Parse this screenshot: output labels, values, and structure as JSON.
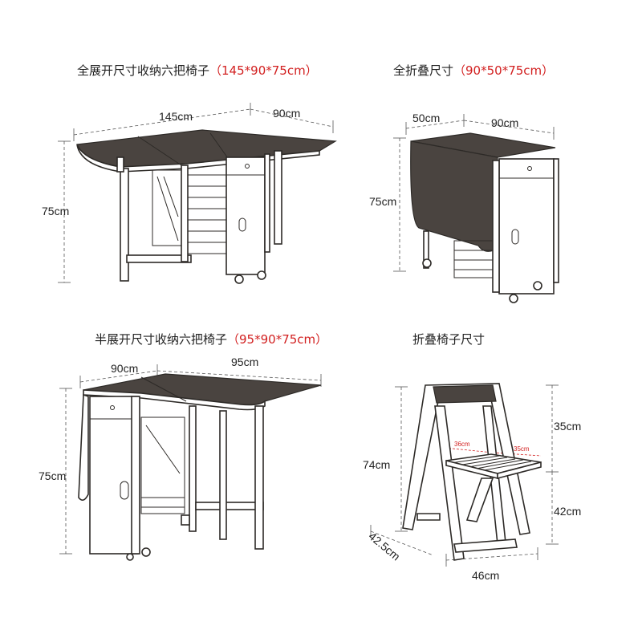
{
  "panels": {
    "full": {
      "title": "全展开尺寸收纳六把椅子",
      "title_dims": "（145*90*75cm）",
      "length": "145cm",
      "depth": "90cm",
      "height": "75cm"
    },
    "folded": {
      "title": "全折叠尺寸",
      "title_dims": "（90*50*75cm）",
      "width": "50cm",
      "depth": "90cm",
      "height": "75cm"
    },
    "half": {
      "title": "半展开尺寸收纳六把椅子",
      "title_dims": "（95*90*75cm）",
      "depth": "90cm",
      "length": "95cm",
      "height": "75cm"
    },
    "chair": {
      "title": "折叠椅子尺寸",
      "back": "35cm",
      "seat_height": "42cm",
      "total_height": "74cm",
      "seat_width": "36cm",
      "seat_depth": "35cm",
      "depth": "42.5cm",
      "width": "46cm"
    }
  },
  "colors": {
    "accent": "#d21f1f",
    "wood_dark": "#4a4440",
    "line": "#2d2a27"
  }
}
